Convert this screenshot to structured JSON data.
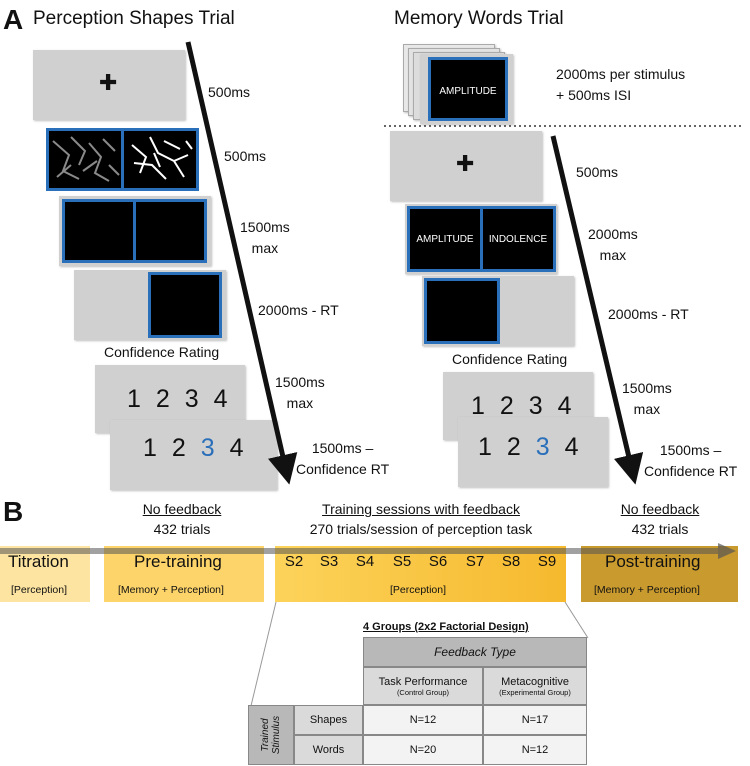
{
  "panel_a": {
    "letter": "A",
    "perception_title": "Perception Shapes Trial",
    "memory_title": "Memory Words Trial",
    "perception_timings": {
      "fixation": "500ms",
      "stimulus": "500ms",
      "response_line1": "1500ms",
      "response_line2": "max",
      "feedback": "2000ms - RT",
      "rating_line1": "1500ms",
      "rating_line2": "max",
      "conf_line1": "1500ms –",
      "conf_line2": "Confidence RT"
    },
    "memory_timings": {
      "study_line1": "2000ms per stimulus",
      "study_line2": "+ 500ms ISI",
      "fixation": "500ms",
      "choice_line1": "2000ms",
      "choice_line2": "max",
      "feedback": "2000ms - RT",
      "rating_line1": "1500ms",
      "rating_line2": "max",
      "conf_line1": "1500ms –",
      "conf_line2": "Confidence RT"
    },
    "confidence_label": "Confidence Rating",
    "digits": [
      "1",
      "2",
      "3",
      "4"
    ],
    "study_word": "AMPLITUDE",
    "left_word": "AMPLITUDE",
    "right_word": "INDOLENCE",
    "fixation_symbol": "✚"
  },
  "panel_b": {
    "letter": "B",
    "stages": [
      {
        "title": "Titration",
        "sub": "[Perception]"
      },
      {
        "title": "Pre-training",
        "sub": "[Memory + Perception]"
      },
      {
        "title": "",
        "sub": "[Perception]"
      },
      {
        "title": "Post-training",
        "sub": "[Memory + Perception]"
      }
    ],
    "sessions": [
      "S2",
      "S3",
      "S4",
      "S5",
      "S6",
      "S7",
      "S8",
      "S9"
    ],
    "headers": {
      "pre_line1": "No feedback",
      "pre_line2": "432 trials",
      "train_line1": "Training sessions with feedback",
      "train_line2": "270 trials/session of perception task",
      "post_line1": "No feedback",
      "post_line2": "432 trials"
    },
    "table": {
      "title": "4 Groups (2x2 Factorial Design)",
      "feedback_type": "Feedback Type",
      "col1_title": "Task Performance",
      "col1_sub": "(Control Group)",
      "col2_title": "Metacognitive",
      "col2_sub": "(Experimental Group)",
      "row_header_line1": "Trained",
      "row_header_line2": "Stimulus",
      "row1_label": "Shapes",
      "row2_label": "Words",
      "cells": [
        "N=12",
        "N=17",
        "N=20",
        "N=12"
      ]
    }
  },
  "colors": {
    "accent_blue": "#2a6fba",
    "screen_gray": "#d0d0d0",
    "titration": "#fde4a0",
    "pretraining": "#fdd46a",
    "training": "#f9c43b",
    "posttraining": "#c79a2e"
  }
}
